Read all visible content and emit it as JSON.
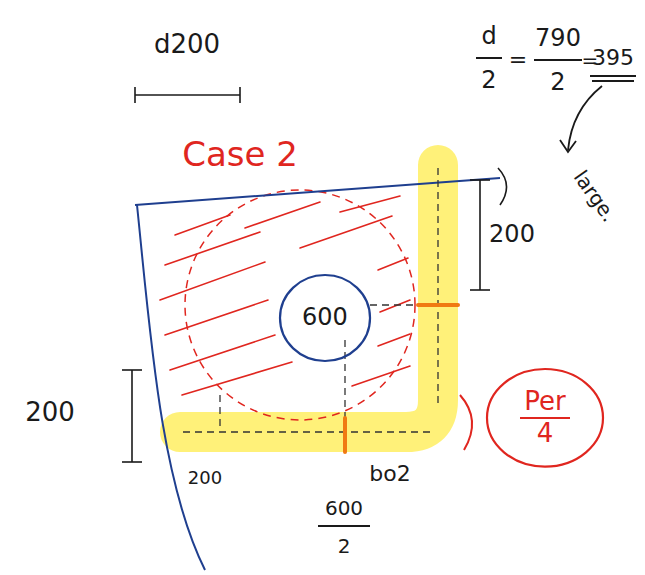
{
  "diagram": {
    "nodes": [
      {
        "text": [
          "600"
        ]
      },
      {
        "text": [
          "Per",
          "4"
        ]
      }
    ],
    "labels": [
      "d200",
      "d",
      "2",
      "=",
      "790",
      "2",
      "=",
      "395",
      "large.",
      "Case 2",
      "200",
      "200",
      "200",
      "600",
      "2",
      "bo2"
    ]
  }
}
